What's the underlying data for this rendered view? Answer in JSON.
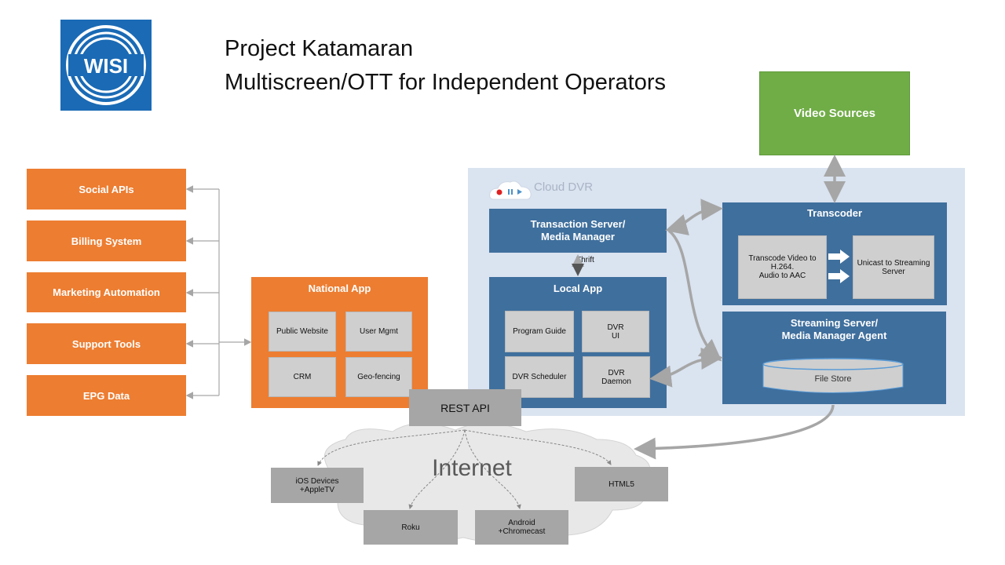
{
  "logo": {
    "text": "WISI",
    "color": "#1a6ab5"
  },
  "title": {
    "line1": "Project Katamaran",
    "line2": "Multiscreen/OTT for Independent Operators"
  },
  "video_sources": {
    "label": "Video Sources",
    "color": "#70ad47"
  },
  "external_systems": [
    {
      "label": "Social APIs"
    },
    {
      "label": "Billing System"
    },
    {
      "label": "Marketing Automation"
    },
    {
      "label": "Support Tools"
    },
    {
      "label": "EPG Data"
    }
  ],
  "national_app": {
    "title": "National App",
    "items": [
      {
        "label": "Public Website"
      },
      {
        "label": "User Mgmt"
      },
      {
        "label": "CRM"
      },
      {
        "label": "Geo-fencing"
      }
    ]
  },
  "cloud_dvr": {
    "label": "Cloud DVR",
    "transaction_server": {
      "line1": "Transaction Server/",
      "line2": "Media Manager"
    },
    "thrift": "Thrift",
    "local_app": {
      "title": "Local App",
      "items": [
        {
          "label": "Program Guide"
        },
        {
          "line1": "DVR",
          "line2": "UI"
        },
        {
          "label": "DVR Scheduler"
        },
        {
          "line1": "DVR",
          "line2": "Daemon"
        }
      ]
    },
    "transcoder": {
      "title": "Transcoder",
      "step1": {
        "line1": "Transcode Video to",
        "line2": "H.264.",
        "line3": "Audio to AAC"
      },
      "step2": {
        "line1": "Unicast to Streaming",
        "line2": "Server"
      }
    },
    "streaming_server": {
      "line1": "Streaming Server/",
      "line2": "Media Manager Agent",
      "file_store": "File Store"
    }
  },
  "rest_api": "REST API",
  "internet": "Internet",
  "devices": {
    "ios": {
      "line1": "iOS Devices",
      "line2": "+AppleTV"
    },
    "roku": "Roku",
    "android": {
      "line1": "Android",
      "line2": "+Chromecast"
    },
    "html5": "HTML5"
  },
  "colors": {
    "orange": "#ed7d31",
    "blue": "#3f6f9d",
    "panel": "#dae3f0",
    "gray": "#a6a6a6"
  }
}
